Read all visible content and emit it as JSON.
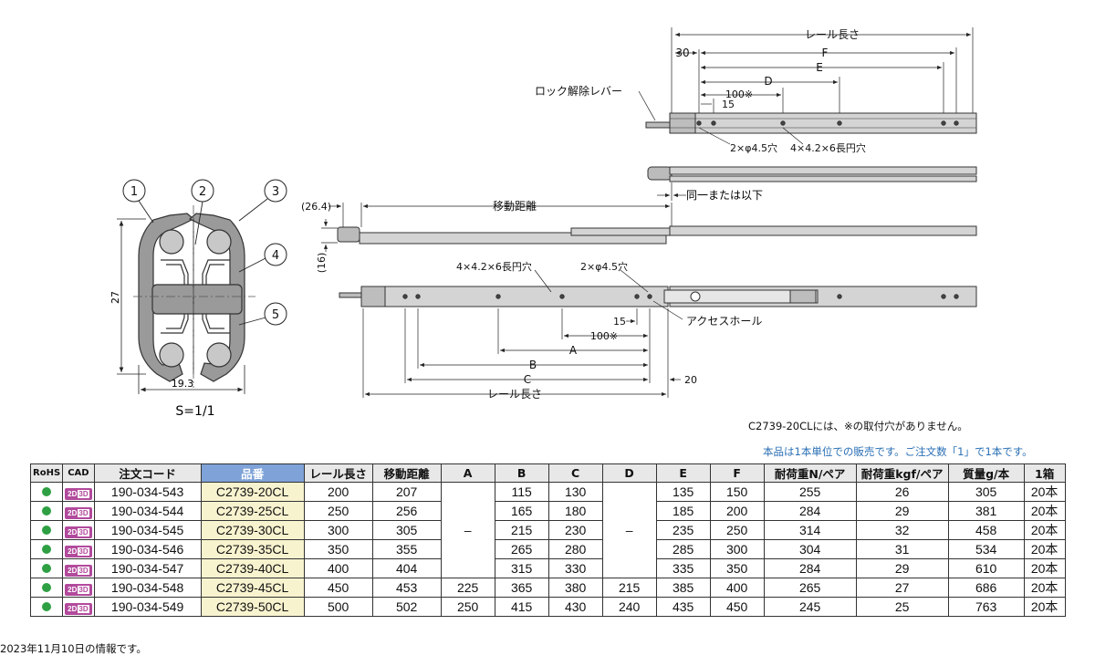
{
  "drawing": {
    "balloons": [
      "1",
      "2",
      "3",
      "4",
      "5"
    ],
    "section_dims": {
      "height": "27",
      "width": "19.3"
    },
    "scale": "S=1/1",
    "top_view": {
      "rail_length": "レール長さ",
      "offset_30": "30",
      "F": "F",
      "E": "E",
      "D": "D",
      "d100": "100※",
      "d15": "15",
      "lock_lever": "ロック解除レバー",
      "hole_round": "2×φ4.5穴",
      "hole_slot": "4×4.2×6長円穴"
    },
    "middle_view": {
      "same_or_less": "同一または以下"
    },
    "side_view": {
      "travel": "移動距離",
      "offset": "(26.4)",
      "height": "(16)"
    },
    "bottom_view": {
      "hole_slot": "4×4.2×6長円穴",
      "hole_round": "2×φ4.5穴",
      "access_hole": "アクセスホール",
      "d15": "15",
      "d100": "100※",
      "A": "A",
      "B": "B",
      "C": "C",
      "d20": "20",
      "rail_length": "レール長さ"
    }
  },
  "notes": {
    "no_holes": "C2739-20CLには、※の取付穴がありません。",
    "sales_unit": "本品は1本単位での販売です。ご注文数「1」で1本です。"
  },
  "table": {
    "headers": [
      "RoHS",
      "CAD",
      "注文コード",
      "品番",
      "レール長さ",
      "移動距離",
      "A",
      "B",
      "C",
      "D",
      "E",
      "F",
      "耐荷重N/ペア",
      "耐荷重kgf/ペア",
      "質量g/本",
      "1箱"
    ],
    "cad_label": "2D",
    "cad_label2": "3D",
    "dash": "–",
    "rows": [
      {
        "code": "190-034-543",
        "part": "C2739-20CL",
        "rail": "200",
        "travel": "207",
        "A": "",
        "B": "115",
        "C": "130",
        "D": "",
        "E": "135",
        "F": "150",
        "loadN": "255",
        "loadKgf": "26",
        "mass": "305",
        "box": "20本"
      },
      {
        "code": "190-034-544",
        "part": "C2739-25CL",
        "rail": "250",
        "travel": "256",
        "A": "",
        "B": "165",
        "C": "180",
        "D": "",
        "E": "185",
        "F": "200",
        "loadN": "284",
        "loadKgf": "29",
        "mass": "381",
        "box": "20本"
      },
      {
        "code": "190-034-545",
        "part": "C2739-30CL",
        "rail": "300",
        "travel": "305",
        "A": "",
        "B": "215",
        "C": "230",
        "D": "",
        "E": "235",
        "F": "250",
        "loadN": "314",
        "loadKgf": "32",
        "mass": "458",
        "box": "20本"
      },
      {
        "code": "190-034-546",
        "part": "C2739-35CL",
        "rail": "350",
        "travel": "355",
        "A": "",
        "B": "265",
        "C": "280",
        "D": "",
        "E": "285",
        "F": "300",
        "loadN": "304",
        "loadKgf": "31",
        "mass": "534",
        "box": "20本"
      },
      {
        "code": "190-034-547",
        "part": "C2739-40CL",
        "rail": "400",
        "travel": "404",
        "A": "",
        "B": "315",
        "C": "330",
        "D": "",
        "E": "335",
        "F": "350",
        "loadN": "284",
        "loadKgf": "29",
        "mass": "610",
        "box": "20本"
      },
      {
        "code": "190-034-548",
        "part": "C2739-45CL",
        "rail": "450",
        "travel": "453",
        "A": "225",
        "B": "365",
        "C": "380",
        "D": "215",
        "E": "385",
        "F": "400",
        "loadN": "265",
        "loadKgf": "27",
        "mass": "686",
        "box": "20本"
      },
      {
        "code": "190-034-549",
        "part": "C2739-50CL",
        "rail": "500",
        "travel": "502",
        "A": "250",
        "B": "415",
        "C": "430",
        "D": "240",
        "E": "435",
        "F": "450",
        "loadN": "245",
        "loadKgf": "25",
        "mass": "763",
        "box": "20本"
      }
    ]
  },
  "footer": "2023年11月10日の情報です。"
}
